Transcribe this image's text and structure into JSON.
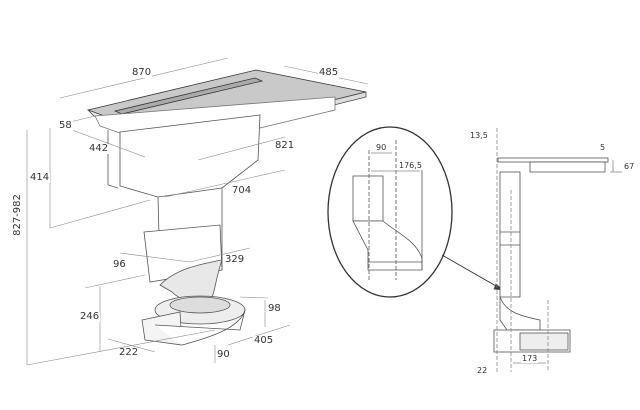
{
  "isometric_view": {
    "dimensions": {
      "hob_width": "870",
      "hob_depth": "485",
      "hob_thickness": "58",
      "offset_442": "442",
      "offset_821": "821",
      "height_414": "414",
      "duct_704": "704",
      "duct_96": "96",
      "duct_329": "329",
      "total_height": "827-982",
      "motor_height": "246",
      "motor_98": "98",
      "motor_405": "405",
      "motor_222": "222",
      "motor_90": "90"
    }
  },
  "detail_view": {
    "dimensions": {
      "d90": "90",
      "d176_5": "176,5"
    }
  },
  "side_view": {
    "dimensions": {
      "d13_5": "13,5",
      "d5": "5",
      "d67": "67",
      "d173": "173",
      "d22": "22"
    }
  }
}
